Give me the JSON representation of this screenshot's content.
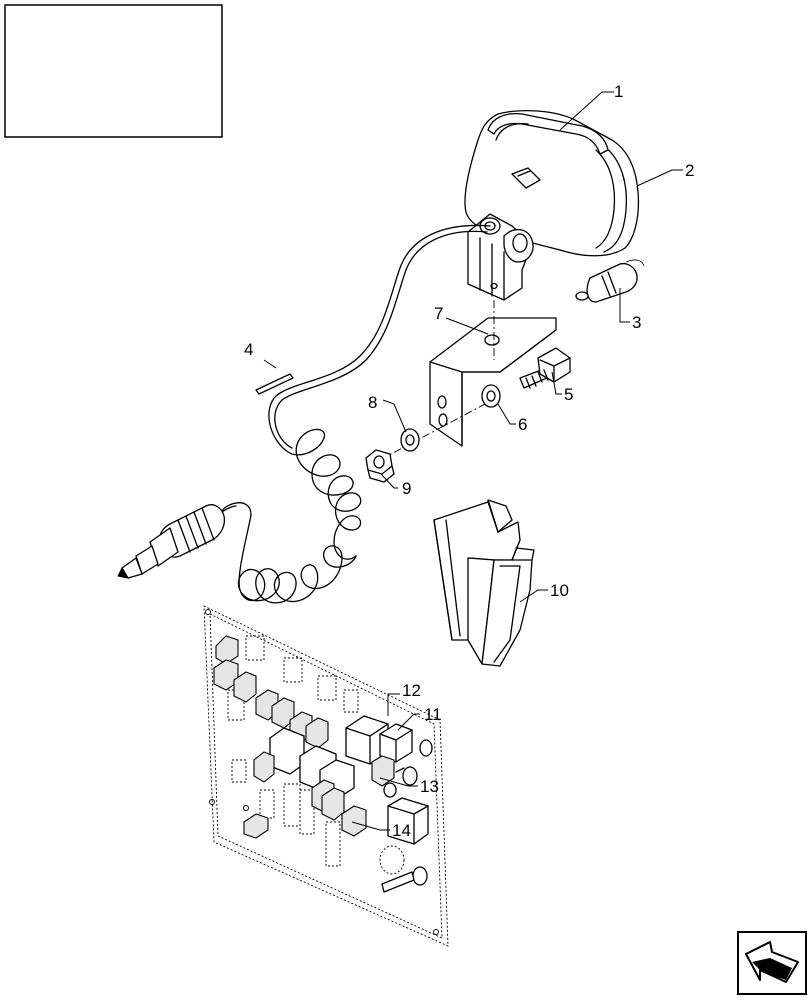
{
  "callouts": {
    "c1": "1",
    "c2": "2",
    "c3": "3",
    "c4": "4",
    "c5": "5",
    "c6": "6",
    "c7": "7",
    "c8": "8",
    "c9": "9",
    "c10": "10",
    "c11": "11",
    "c12": "12",
    "c13": "13",
    "c14": "14"
  },
  "icons": {
    "title_box": "blank-title-box",
    "nav": "previous-page-arrow-icon"
  }
}
